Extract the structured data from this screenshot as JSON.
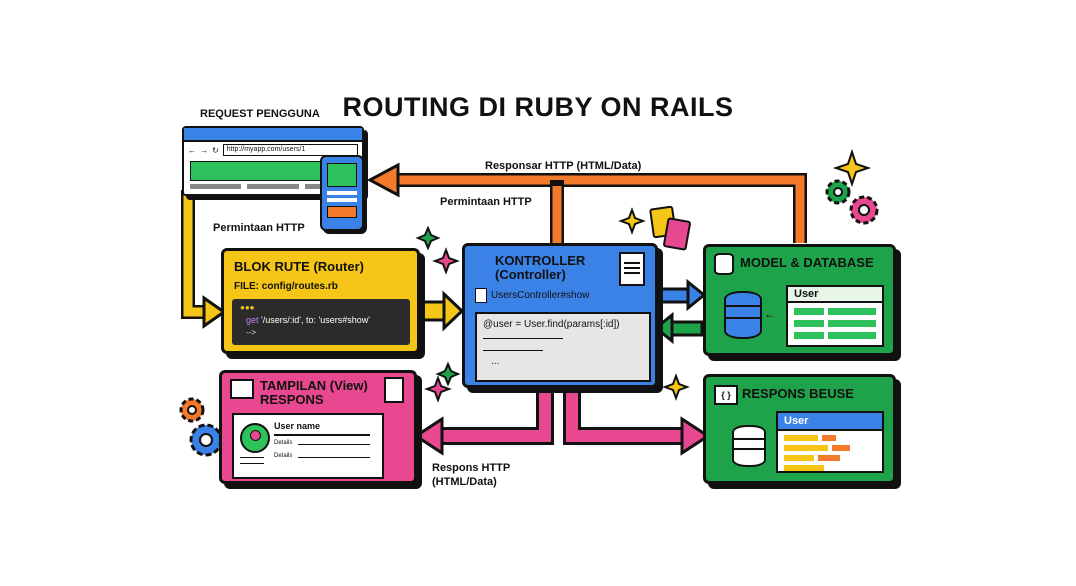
{
  "title": "ROUTING DI RUBY ON RAILS",
  "request": {
    "label": "REQUEST PENGGUNA",
    "url": "http://myapp.com/users/1",
    "caption": "Permintaan HTTP"
  },
  "arrows": {
    "response_top": "Responsar HTTP (HTML/Data)",
    "request_mid": "Permintaan HTTP",
    "response_bottom_line1": "Respons HTTP",
    "response_bottom_line2": "(HTML/Data)"
  },
  "router": {
    "title": "BLOK RUTE (Router)",
    "file": "FILE: config/routes.rb",
    "code_get": "get",
    "code_path": "'/users/:id', to: 'users#show'",
    "code_tail": "-->"
  },
  "controller": {
    "title_line1": "KONTROLLER",
    "title_line2": "(Controller)",
    "action": "UsersController#show",
    "code_line1": "@user = User.find(params[:id])",
    "code_line4": "..."
  },
  "model": {
    "title": "MODEL & DATABASE",
    "table_header": "User"
  },
  "view": {
    "title_line1": "TAMPILAN (View)",
    "title_line2": "RESPONS",
    "user_name": "User name",
    "details1": "Details",
    "details2": "Details"
  },
  "response_box": {
    "icon_text": "{ }",
    "title": "RESPONS BEUSE",
    "table_header": "User"
  },
  "colors": {
    "yellow": "#f5c518",
    "blue": "#3b82e6",
    "green": "#1fa34a",
    "pink": "#e8488f",
    "orange": "#f27a2a",
    "code_bg": "#2b2b2b"
  }
}
